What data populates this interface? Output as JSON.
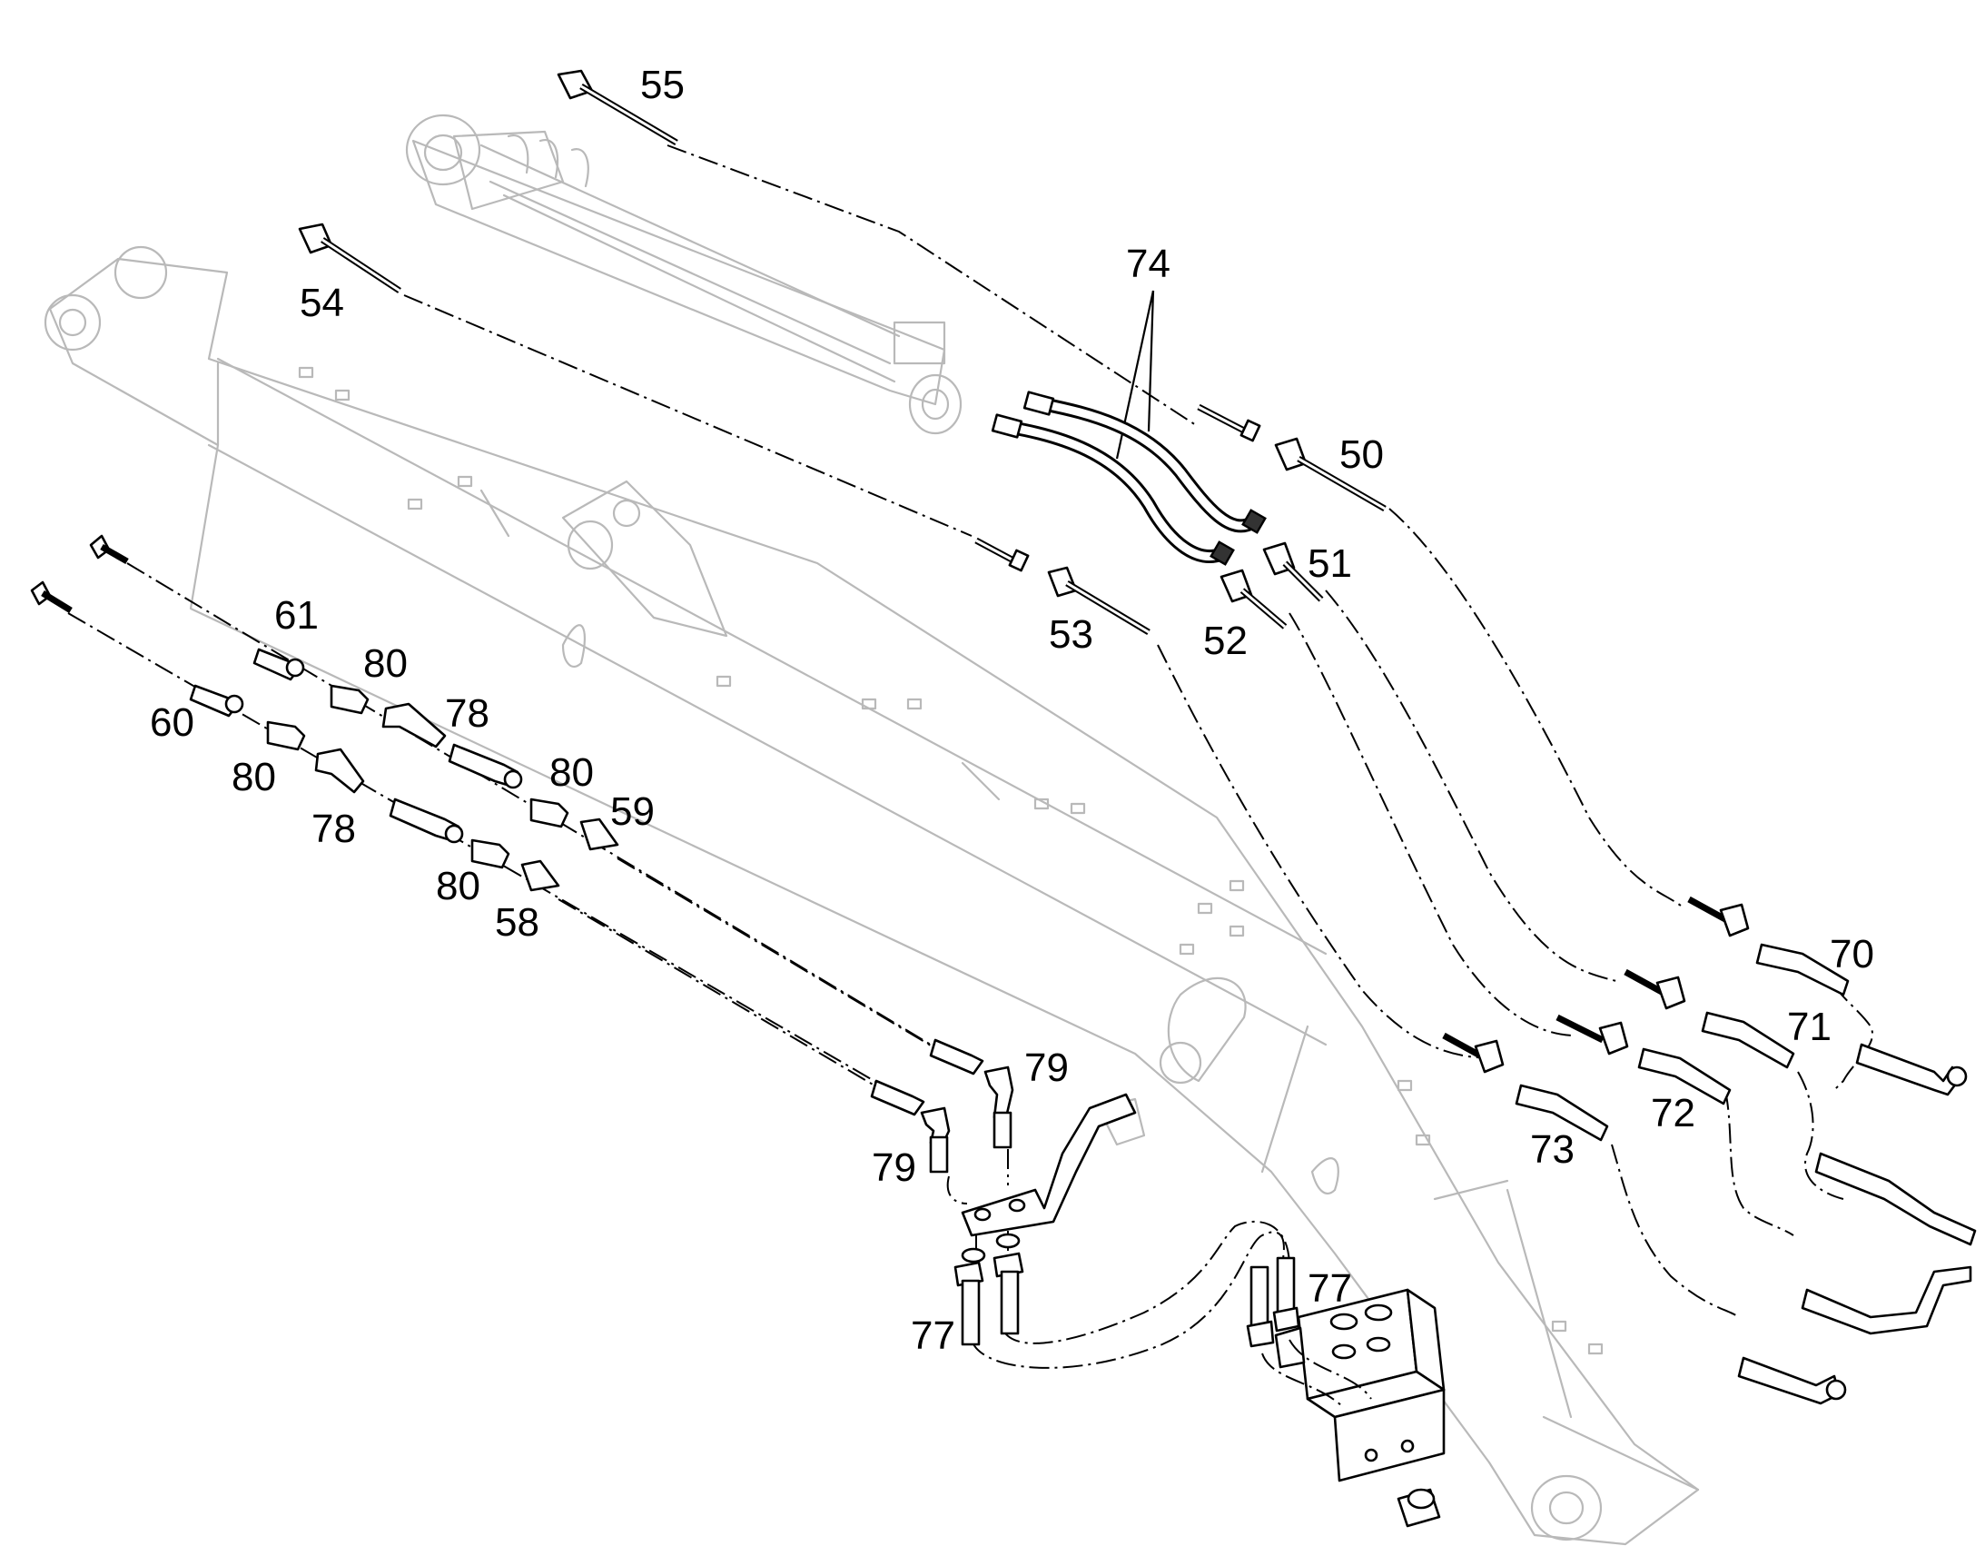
{
  "callouts": {
    "c50": "50",
    "c51": "51",
    "c52": "52",
    "c53": "53",
    "c54": "54",
    "c55": "55",
    "c58": "58",
    "c59": "59",
    "c60": "60",
    "c61": "61",
    "c70": "70",
    "c71": "71",
    "c72": "72",
    "c73": "73",
    "c74": "74",
    "c77a": "77",
    "c77b": "77",
    "c78a": "78",
    "c78b": "78",
    "c79a": "79",
    "c79b": "79",
    "c80a": "80",
    "c80b": "80",
    "c80c": "80",
    "c80d": "80"
  }
}
